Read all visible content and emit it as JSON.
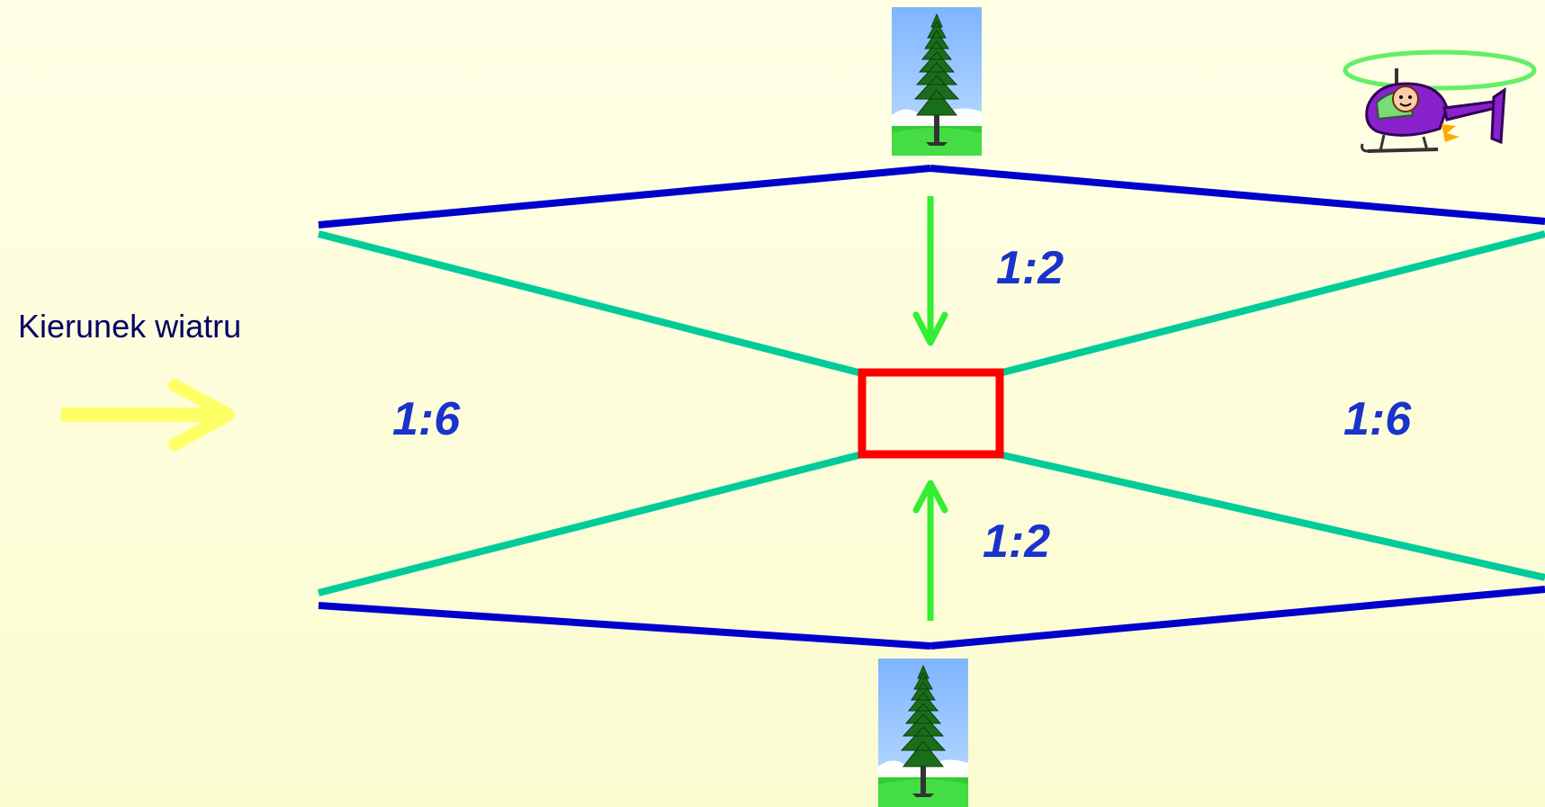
{
  "wind": {
    "label": "Kierunek wiatru"
  },
  "ratios": {
    "left": "1:6",
    "right": "1:6",
    "top": "1:2",
    "bottom": "1:2"
  },
  "colors": {
    "background": "#ffffe6",
    "outer_boundary": "#0000cc",
    "inner_boundary": "#00cc99",
    "landing_area": "#ff0000",
    "approach_arrow": "#33ee33",
    "wind_arrow": "#ffff66",
    "ratio_text": "#1a33cc"
  },
  "icons": {
    "top_image": "pine-tree-icon",
    "bottom_image": "pine-tree-icon",
    "corner_image": "helicopter-icon"
  }
}
